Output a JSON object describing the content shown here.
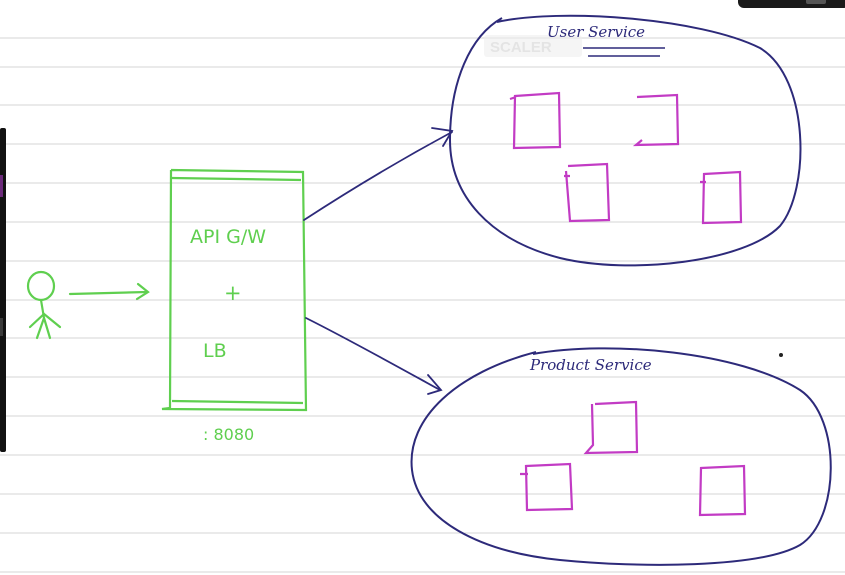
{
  "colors": {
    "paper": "#ffffff",
    "rule_lines": "#d4d4d4",
    "green_ink": "#5fcf4f",
    "blue_ink": "#2d2a7a",
    "pink_ink": "#c23bc4",
    "left_sidebar": "#121212",
    "top_right_chip": "#1a1a1a",
    "watermark": "#cfcfcf"
  },
  "watermark": "SCALER",
  "gateway": {
    "line1": "API G/W",
    "line2": "+",
    "line3": "LB",
    "port": ": 8080"
  },
  "services": [
    {
      "title": "User Service",
      "instances": 4
    },
    {
      "title": "Product Service",
      "instances": 3
    }
  ],
  "icons": {
    "user": "stick-figure-icon",
    "arrow": "arrow-right-icon",
    "service_instance": "box-icon"
  }
}
